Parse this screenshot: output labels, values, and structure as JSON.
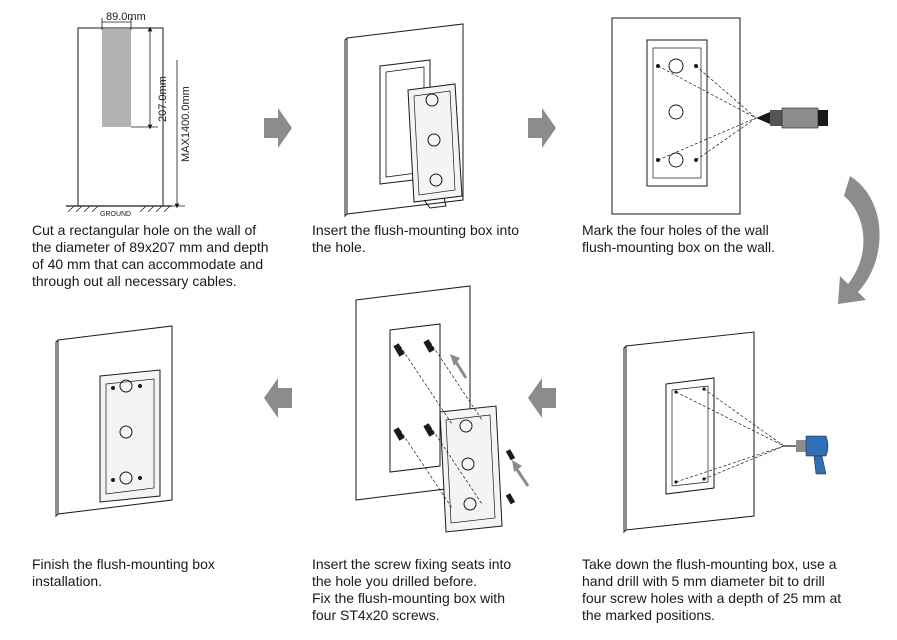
{
  "colors": {
    "line": "#1a1a1a",
    "arrow": "#8c8c8c",
    "hole": "#b3b3b3",
    "box_shade": "#d9d9d9",
    "drill": "#2f6fb8"
  },
  "step1": {
    "dim_width": "89.0mm",
    "dim_height": "207.0mm",
    "dim_max": "MAX1400.0mm",
    "ground": "GROUND",
    "caption": [
      "Cut a rectangular hole on the wall of",
      "the diameter of 89x207 mm and depth",
      "of 40 mm that can accommodate and",
      "through out all necessary cables."
    ]
  },
  "step2": {
    "caption": [
      "Insert the flush-mounting box into",
      "the hole."
    ]
  },
  "step3": {
    "caption": [
      "Mark the four holes of the wall",
      "flush-mounting box on the wall."
    ]
  },
  "step4": {
    "caption": [
      "Take down the flush-mounting box, use a",
      "hand drill with 5 mm diameter bit to drill",
      "four screw holes with a depth of 25 mm at",
      "the marked positions."
    ]
  },
  "step5": {
    "caption": [
      "Insert the screw fixing seats into",
      "the hole you drilled before.",
      "Fix the flush-mounting box with",
      "four ST4x20 screws."
    ]
  },
  "step6": {
    "caption": [
      "Finish the flush-mounting box",
      "installation."
    ]
  },
  "icons": [
    "arrow-right-icon",
    "arrow-right-icon",
    "curved-arrow-down-icon",
    "arrow-left-icon",
    "arrow-left-icon",
    "marker-pen-icon",
    "hand-drill-icon"
  ]
}
